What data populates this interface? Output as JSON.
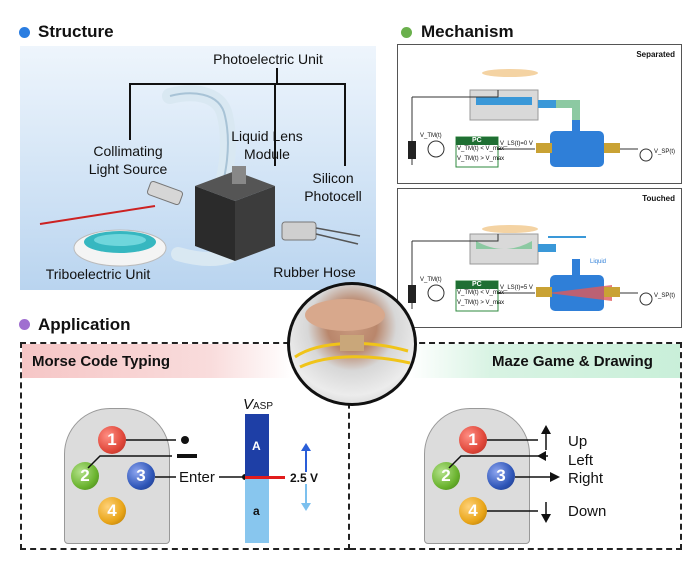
{
  "sections": {
    "structure": "Structure",
    "mechanism": "Mechanism",
    "application": "Application"
  },
  "structure_labels": {
    "photoelectric_unit": "Photoelectric Unit",
    "collimating_1": "Collimating",
    "collimating_2": "Light Source",
    "liquid_lens_1": "Liquid Lens",
    "liquid_lens_2": "Module",
    "silicon_1": "Silicon",
    "silicon_2": "Photocell",
    "triboelectric": "Triboelectric Unit",
    "rubber_hose": "Rubber Hose"
  },
  "mechanism": {
    "separated": {
      "title": "Separated",
      "pc": "PC",
      "cond1": "V_TM(t) < V_max",
      "cond2": "V_TM(t) > V_max",
      "vls": "V_LS(t)=0 V",
      "vtm": "V_TM(t)",
      "vsp": "V_SP(t)"
    },
    "touched": {
      "title": "Touched",
      "liquid": "Liquid",
      "pc": "PC",
      "cond1": "V_TM(t) < V_max",
      "cond2": "V_TM(t) > V_max",
      "vls": "V_LS(t)=5 V",
      "vtm": "V_TM(t)",
      "vsp": "V_SP(t)"
    }
  },
  "application": {
    "morse_title": "Morse Code Typing",
    "maze_title": "Maze Game & Drawing",
    "vasp_main": "V",
    "vasp_sub": "ASP",
    "bar_upper": "A",
    "bar_lower": "a",
    "threshold": "2.5 V",
    "enter": "Enter",
    "buttons": [
      "1",
      "2",
      "3",
      "4"
    ],
    "directions": {
      "up": "Up",
      "left": "Left",
      "right": "Right",
      "down": "Down"
    }
  },
  "colors": {
    "structure_dot": "#2a7de1",
    "mechanism_dot": "#6ab04c",
    "application_dot": "#a06fd0",
    "morse_header": "#f6c6c6",
    "maze_header": "#c9efd9",
    "btn1": "#e0473a",
    "btn2": "#6ab32e",
    "btn3": "#2f56b8",
    "btn4": "#e8a417",
    "bar_top": "#1e3fa6",
    "bar_bottom": "#88c6ee",
    "threshold_line": "#e11c1c"
  }
}
